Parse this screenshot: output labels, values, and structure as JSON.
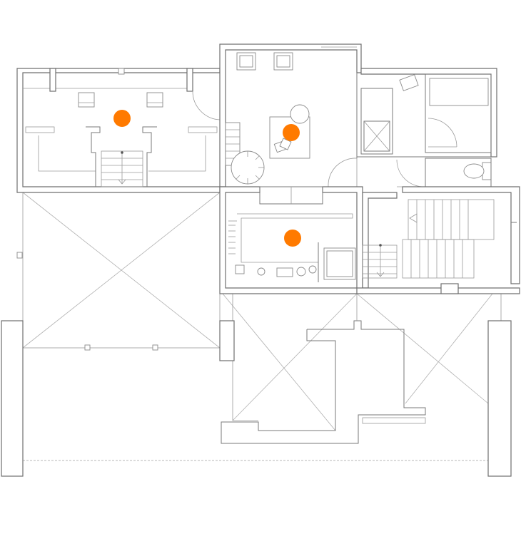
{
  "plan": {
    "accent_color": "#ff7a00",
    "markers": [
      {
        "room": "left-loft-room"
      },
      {
        "room": "center-bedroom"
      },
      {
        "room": "kitchen-room"
      }
    ]
  }
}
